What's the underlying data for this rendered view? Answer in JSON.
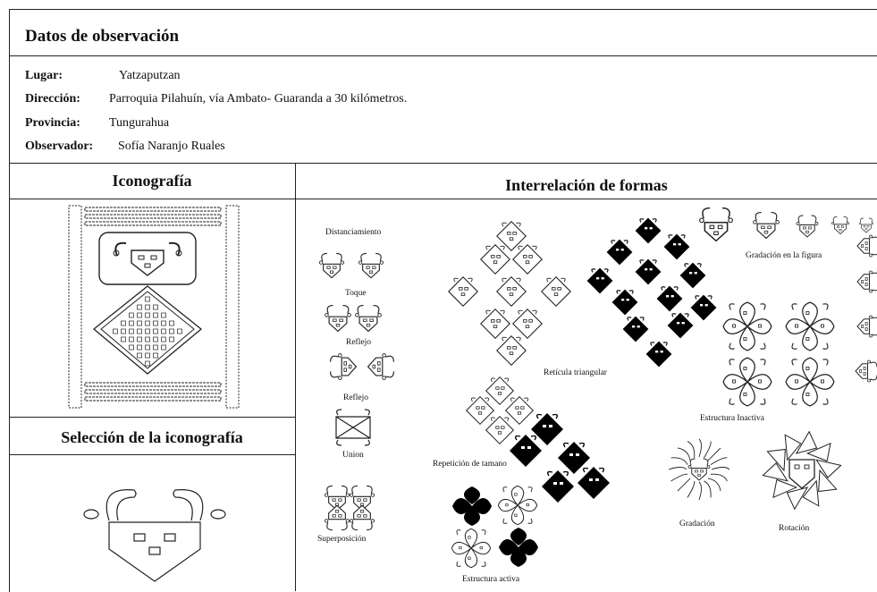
{
  "header": {
    "title": "Datos de observación",
    "fields": [
      {
        "label": "Lugar:",
        "value": "Yatzaputzan"
      },
      {
        "label": "Dirección:",
        "value": "Parroquia Pilahuín,  vía Ambato- Guaranda a  30 kilómetros."
      },
      {
        "label": "Provincia:",
        "value": "Tungurahua"
      },
      {
        "label": "Observador:",
        "value": "Sofía Naranjo Ruales"
      }
    ]
  },
  "left": {
    "iconography_title": "Iconografía",
    "selection_title": "Selección de la iconografía"
  },
  "right": {
    "title": "Interrelación de formas",
    "captions": {
      "distanciamiento": "Distanciamiento",
      "toque": "Toque",
      "reflejo1": "Reflejo",
      "reflejo2": "Reflejo",
      "union": "Union",
      "superposicion": "Superposición",
      "reticula": "Retícula triangular",
      "repeticion": "Repetición de tamano",
      "estructura_activa": "Estructura activa",
      "gradacion_figura": "Gradación en la figura",
      "estructura_inactiva": "Estructura Inactiva",
      "gradacion": "Gradación",
      "rotacion": "Rotación"
    }
  }
}
